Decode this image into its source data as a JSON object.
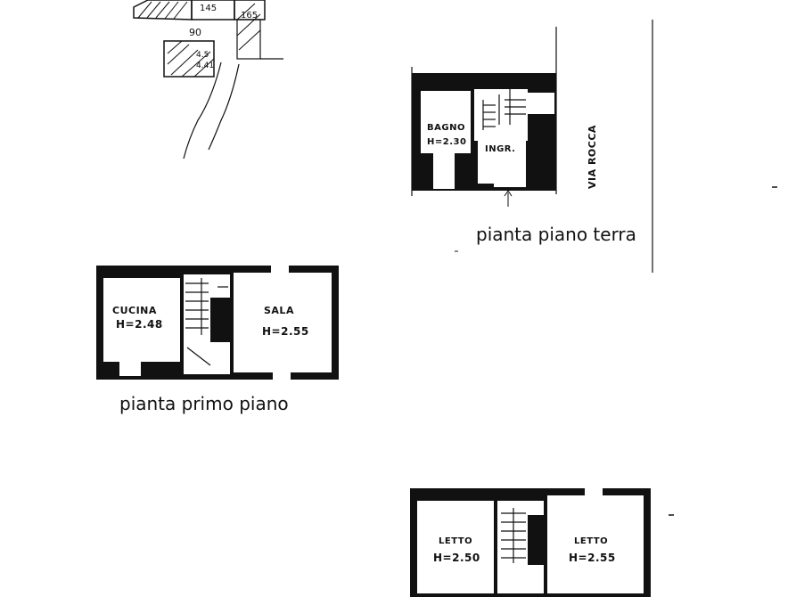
{
  "site_plan": {
    "dims": [
      "145",
      "165",
      "90",
      "4.5",
      "4.41"
    ]
  },
  "ground_floor": {
    "title": "pianta piano terra",
    "street": "VIA ROCCA",
    "rooms": [
      {
        "name": "BAGNO",
        "height": "H=2.30"
      },
      {
        "name": "INGR.",
        "height": ""
      }
    ]
  },
  "first_floor": {
    "title": "pianta primo piano",
    "rooms": [
      {
        "name": "CUCINA",
        "height": "H=2.48"
      },
      {
        "name": "SALA",
        "height": "H=2.55"
      }
    ]
  },
  "second_floor": {
    "rooms": [
      {
        "name": "LETTO",
        "height": "H=2.50"
      },
      {
        "name": "LETTO",
        "height": "H=2.55"
      }
    ]
  }
}
